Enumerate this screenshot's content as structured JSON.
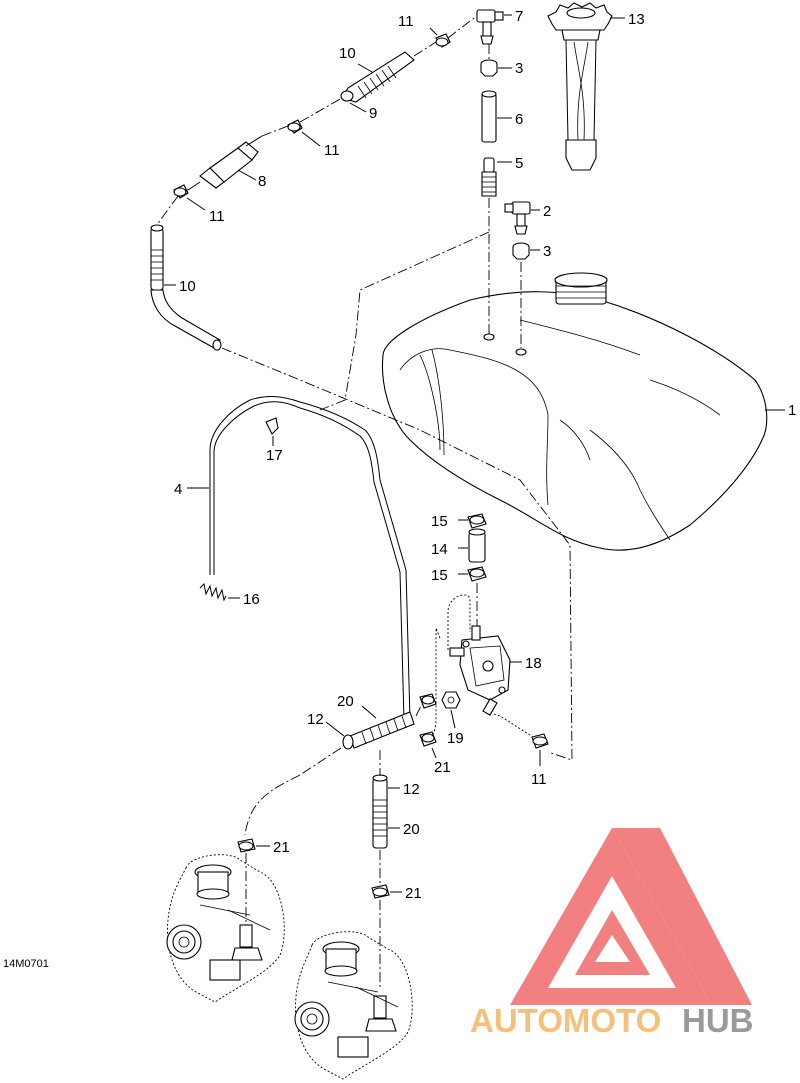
{
  "diagram": {
    "code": "14M0701",
    "callouts": {
      "c1": "1",
      "c2": "2",
      "c3a": "3",
      "c3b": "3",
      "c4": "4",
      "c5": "5",
      "c6": "6",
      "c7": "7",
      "c8": "8",
      "c9": "9",
      "c10a": "10",
      "c10b": "10",
      "c11a": "11",
      "c11b": "11",
      "c11c": "11",
      "c11d": "11",
      "c12a": "12",
      "c12b": "12",
      "c13": "13",
      "c14": "14",
      "c15a": "15",
      "c15b": "15",
      "c16": "16",
      "c17": "17",
      "c18": "18",
      "c19": "19",
      "c20a": "20",
      "c20b": "20",
      "c21a": "21",
      "c21b": "21",
      "c21c": "21"
    }
  },
  "watermark": {
    "part1": "AUTOMOTO",
    "part2": "HUB",
    "color_main": "#f26a6a",
    "color_light": "#f5c07a",
    "color_dark": "#9a9a9a"
  }
}
